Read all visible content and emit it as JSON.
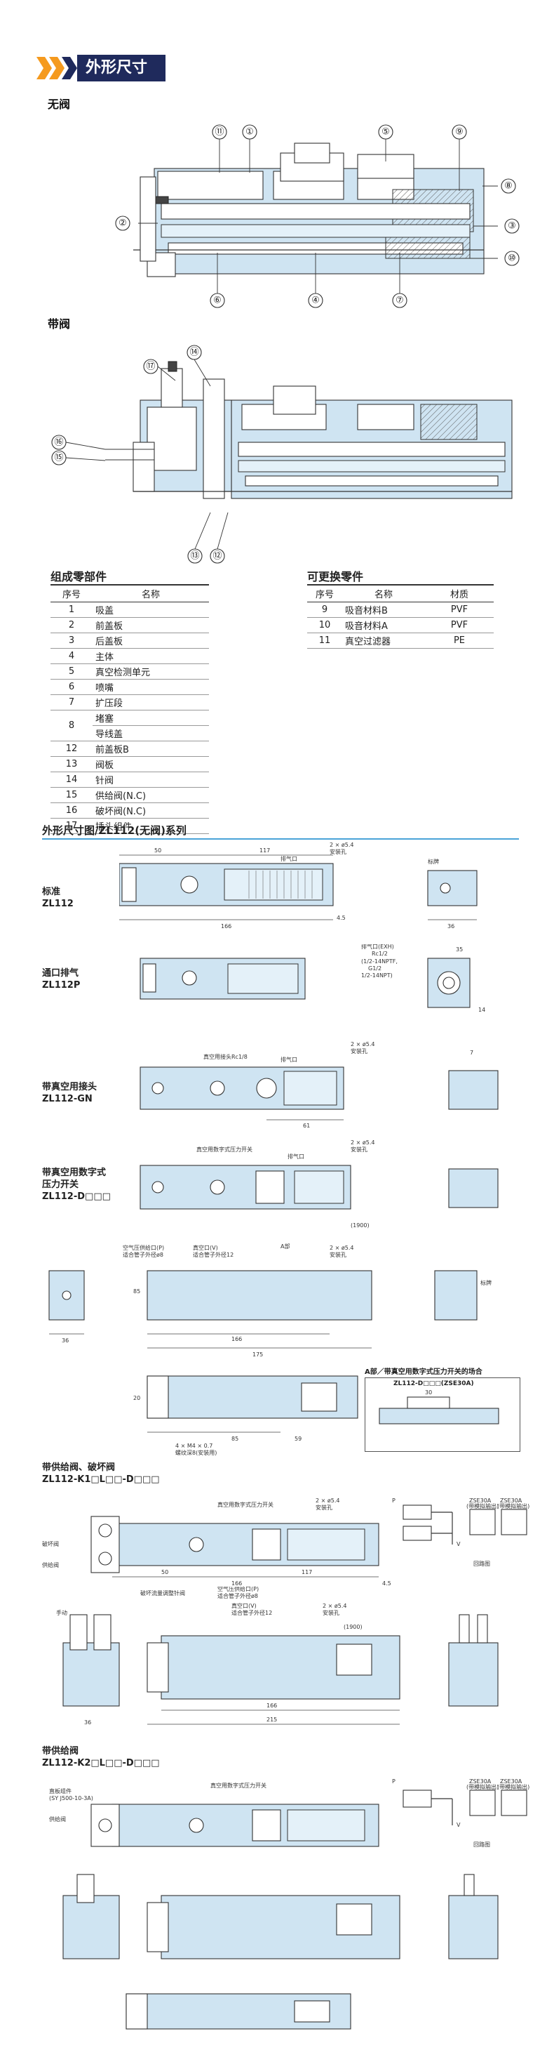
{
  "header": {
    "title": "外形尺寸"
  },
  "sections": {
    "no_valve": "无阀",
    "with_valve": "带阀"
  },
  "callouts_top": [
    "⑪",
    "①",
    "⑤",
    "⑨",
    "⑧",
    "②",
    "③",
    "⑩",
    "⑥",
    "④",
    "⑦"
  ],
  "callouts_mid": [
    "⑰",
    "⑭",
    "⑯",
    "⑮",
    "⑬",
    "⑫"
  ],
  "parts_table": {
    "title": "组成零部件",
    "headers": [
      "序号",
      "名称"
    ],
    "rows": [
      [
        "1",
        "吸盖"
      ],
      [
        "2",
        "前盖板"
      ],
      [
        "3",
        "后盖板"
      ],
      [
        "4",
        "主体"
      ],
      [
        "5",
        "真空检测单元"
      ],
      [
        "6",
        "喷嘴"
      ],
      [
        "7",
        "扩压段"
      ],
      [
        "8",
        "堵塞"
      ],
      [
        "",
        "导线盖"
      ],
      [
        "12",
        "前盖板B"
      ],
      [
        "13",
        "阀板"
      ],
      [
        "14",
        "针阀"
      ],
      [
        "15",
        "供给阀(N.C)"
      ],
      [
        "16",
        "破坏阀(N.C)"
      ],
      [
        "17",
        "插头组件"
      ]
    ]
  },
  "replace_table": {
    "title": "可更换零件",
    "headers": [
      "序号",
      "名称",
      "材质"
    ],
    "rows": [
      [
        "9",
        "吸音材料B",
        "PVF"
      ],
      [
        "10",
        "吸音材料A",
        "PVF"
      ],
      [
        "11",
        "真空过滤器",
        "PE"
      ]
    ]
  },
  "series_title": "外形尺寸图/ZL112(无阀)系列",
  "models": {
    "m1": [
      "标准",
      "ZL112"
    ],
    "m2": [
      "通口排气",
      "ZL112P"
    ],
    "m3": [
      "带真空用接头",
      "ZL112-GN"
    ],
    "m4": [
      "带真空用数字式",
      "压力开关",
      "ZL112-D□□□"
    ],
    "m5": [
      "带供给阀、破坏阀",
      "ZL112-K1□L□□-D□□□"
    ],
    "m6": [
      "带供给阀",
      "ZL112-K2□L□□-D□□□"
    ]
  },
  "dims": {
    "d50": "50",
    "d117": "117",
    "d166": "166",
    "d45": "4.5",
    "d36": "36",
    "d35": "35",
    "d61": "61",
    "d175": "175",
    "d85": "85",
    "d59": "59",
    "d215": "215",
    "d7": "7",
    "d14": "14",
    "d20": "20",
    "d30": "30",
    "d1900": "(1900)",
    "holes": "2 × ø5.4",
    "holes_sub": "安装孔",
    "exhaust": "排气口",
    "marker": "标牌",
    "port_exh": "排气口(EXH)",
    "rc12": "Rc1/2",
    "npt": [
      "(1/2-14NPTF,",
      "G1/2",
      "1/2-14NPT)"
    ],
    "vac_port": "真空用接头Rc1/8",
    "vac_switch": "真空用数字式压力开关",
    "supply_port": [
      "空气压供给口(P)",
      "适合管子外径ø8"
    ],
    "vac_port_v": [
      "真空口(V)",
      "适合管子外径12"
    ],
    "m4_tap": [
      "4 × M4 × 0.7",
      "螺纹深8(安装用)"
    ],
    "a_label": "A部",
    "a_box_title": "A部／带真空用数字式压力开关的场合",
    "a_box_model": "ZL112-D□□□(ZSE30A)",
    "destroy_valve": "破坏阀",
    "supply_valve": "供给阀",
    "flow_adj": "破坏流量调整针阀",
    "hand": "手动",
    "circuit": "回路图",
    "zse": "ZSE30A",
    "zse_sub": "(带模拟输出)",
    "p_label": "P",
    "v_label": "V",
    "hex_label": [
      "直板组件",
      "(SY J500-10-3A)"
    ],
    "a_ref": "A部"
  }
}
